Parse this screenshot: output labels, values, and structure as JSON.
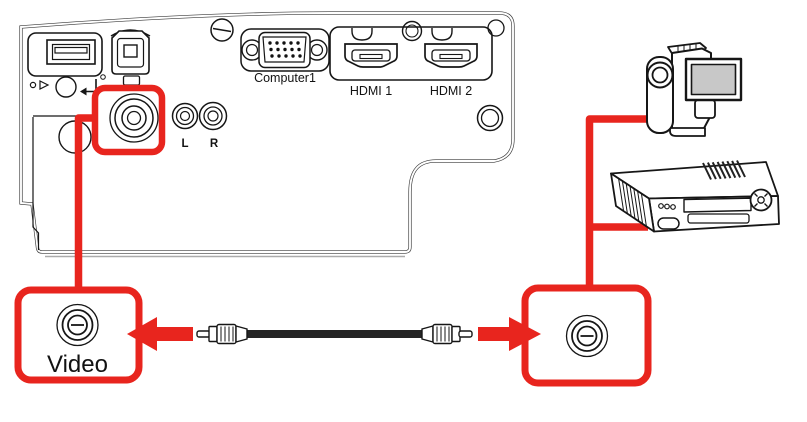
{
  "diagram": {
    "accent_color": "#e8251e",
    "ink_color": "#161616",
    "cable_color": "#252525",
    "screen_fill": "#c8c8c8",
    "panel": {
      "computer1": "Computer1",
      "hdmi1": "HDMI 1",
      "hdmi2": "HDMI 2",
      "audio_left": "L",
      "audio_right": "R"
    },
    "callout": {
      "video": "Video"
    }
  }
}
